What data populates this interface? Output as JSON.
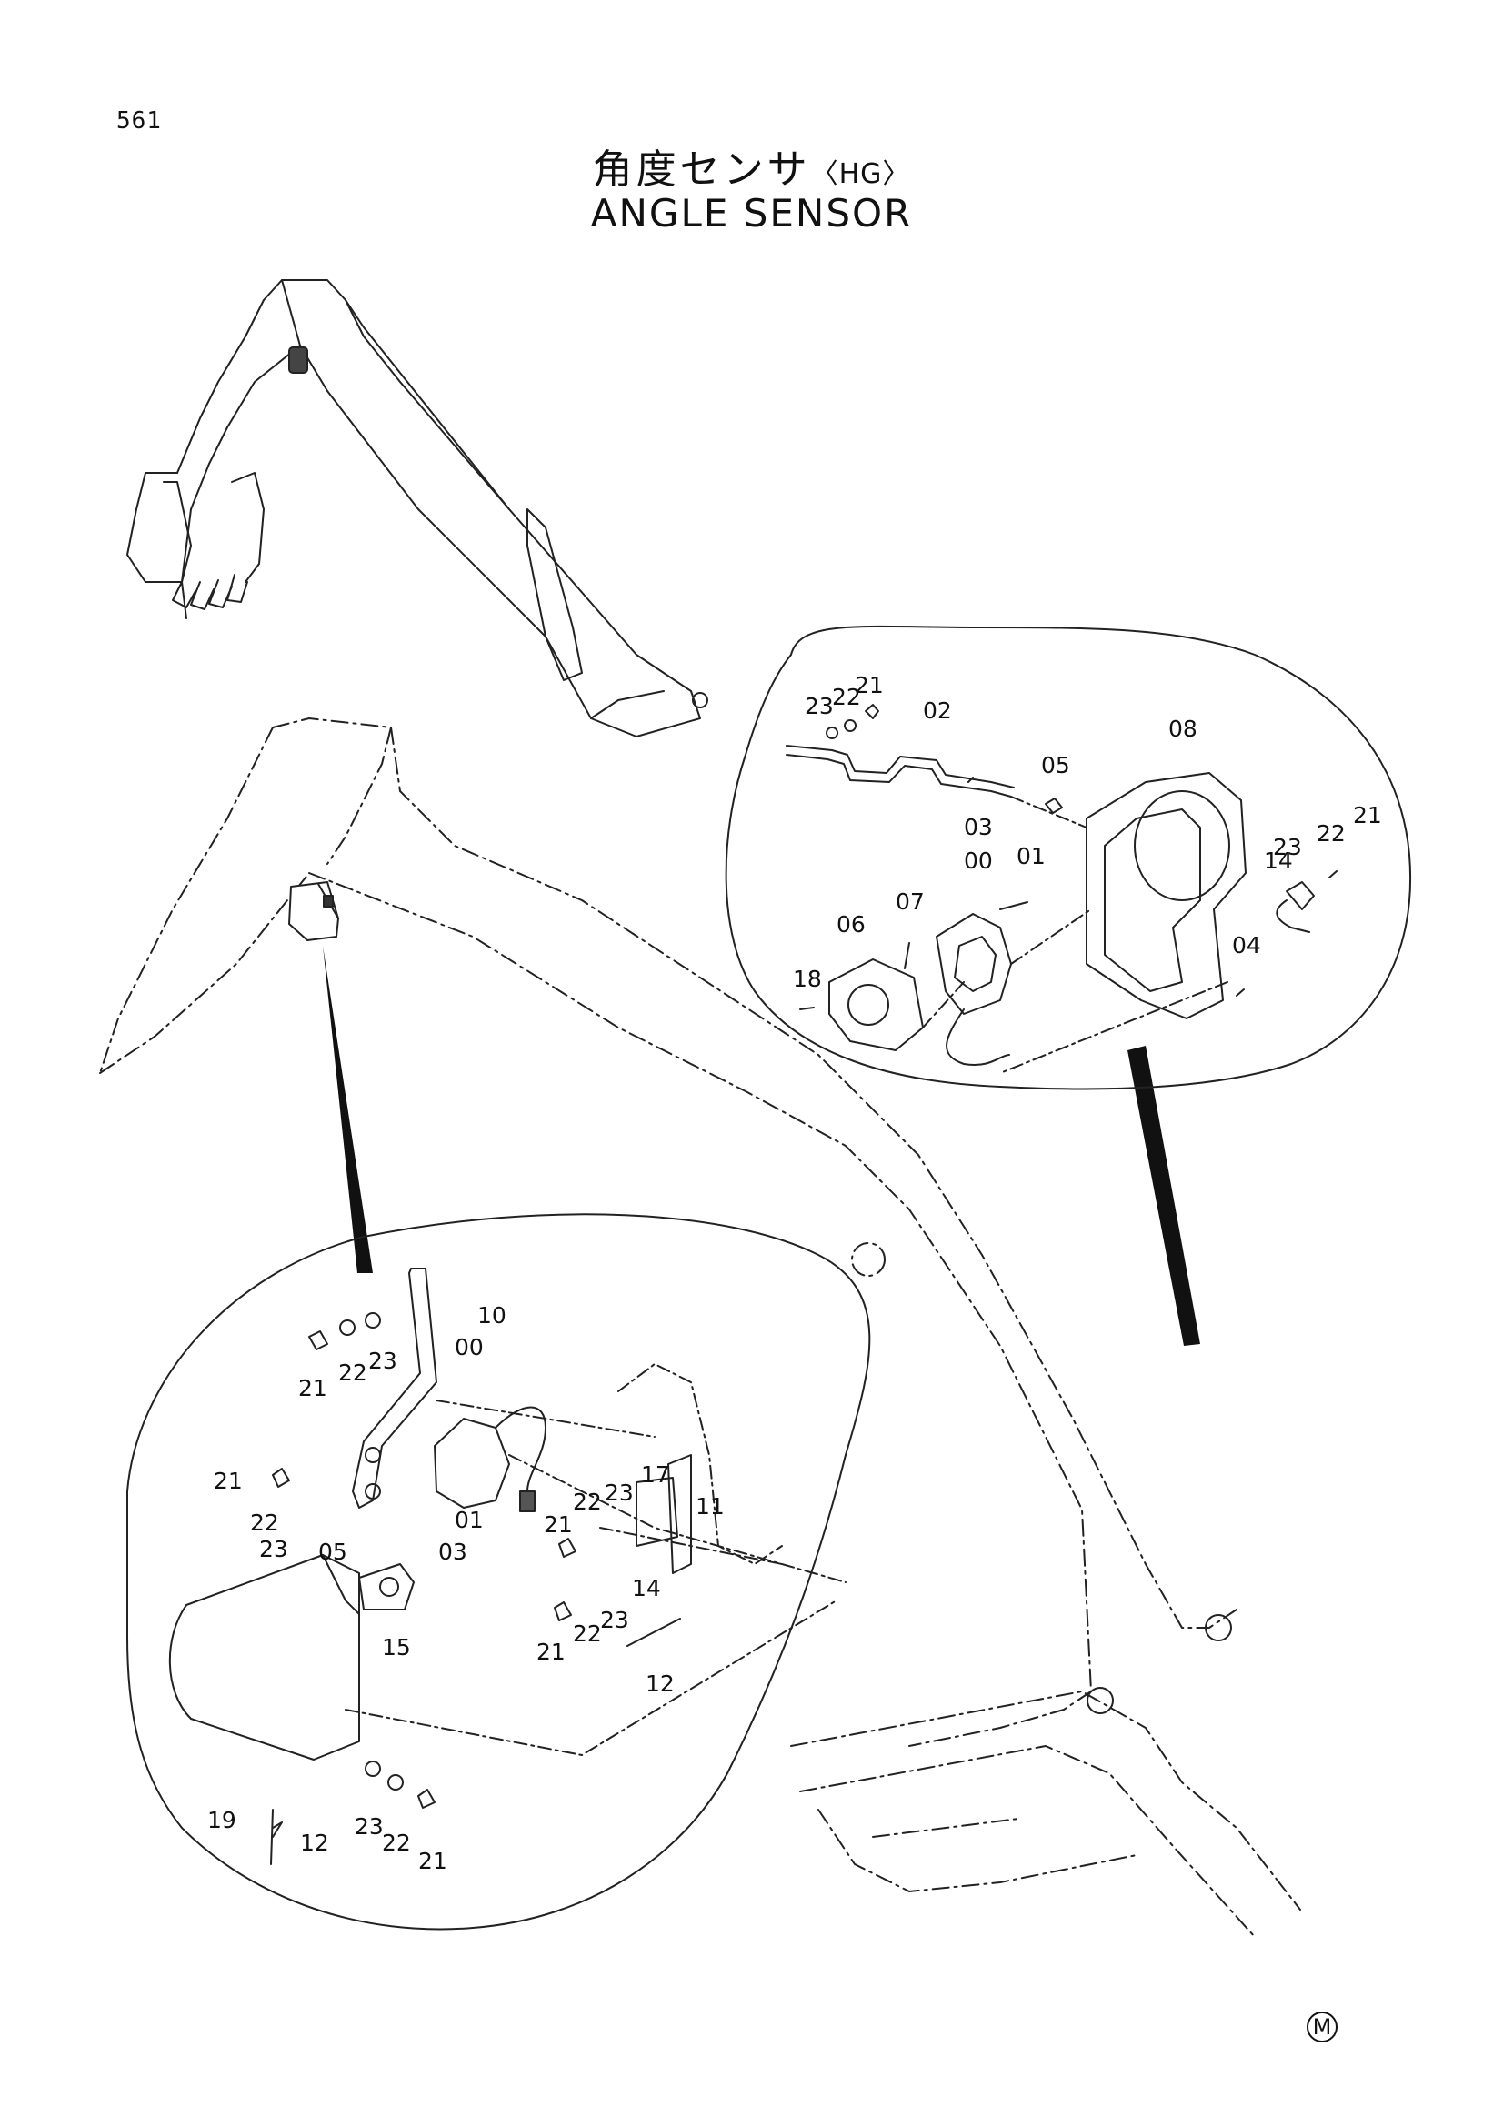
{
  "header": {
    "page_number": "561",
    "title_jp": "角度センサ",
    "title_variant": "〈HG〉",
    "title_en": "ANGLE SENSOR"
  },
  "footer": {
    "mark": "M"
  },
  "callouts": {
    "upper": [
      "21",
      "22",
      "23",
      "02",
      "05",
      "08",
      "03",
      "23",
      "22",
      "21",
      "14",
      "01",
      "00",
      "07",
      "06",
      "18",
      "04"
    ],
    "lower": [
      "10",
      "21",
      "22",
      "23",
      "00",
      "21",
      "22",
      "23",
      "01",
      "05",
      "03",
      "22",
      "23",
      "17",
      "11",
      "21",
      "14",
      "15",
      "21",
      "22",
      "23",
      "12",
      "19",
      "23",
      "22",
      "21",
      "12"
    ]
  }
}
